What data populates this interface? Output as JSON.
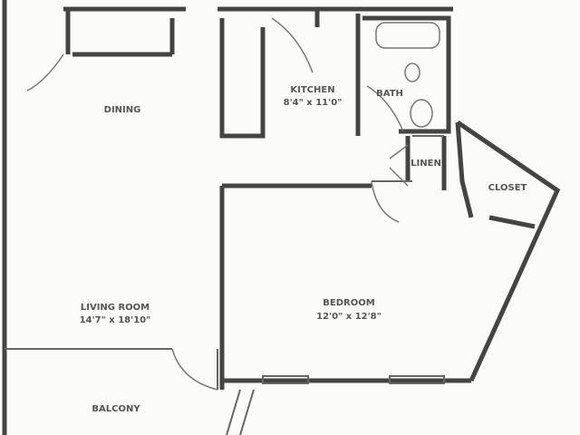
{
  "rooms": {
    "dining": {
      "name": "DINING"
    },
    "kitchen": {
      "name": "KITCHEN",
      "size": "8'4\" x 11'0\""
    },
    "bath": {
      "name": "BATH"
    },
    "linen": {
      "name": "LINEN"
    },
    "closet": {
      "name": "CLOSET"
    },
    "living": {
      "name": "LIVING ROOM",
      "size": "14'7\" x 18'10\""
    },
    "bedroom": {
      "name": "BEDROOM",
      "size": "12'0\" x 12'8\""
    },
    "balcony": {
      "name": "BALCONY"
    }
  }
}
